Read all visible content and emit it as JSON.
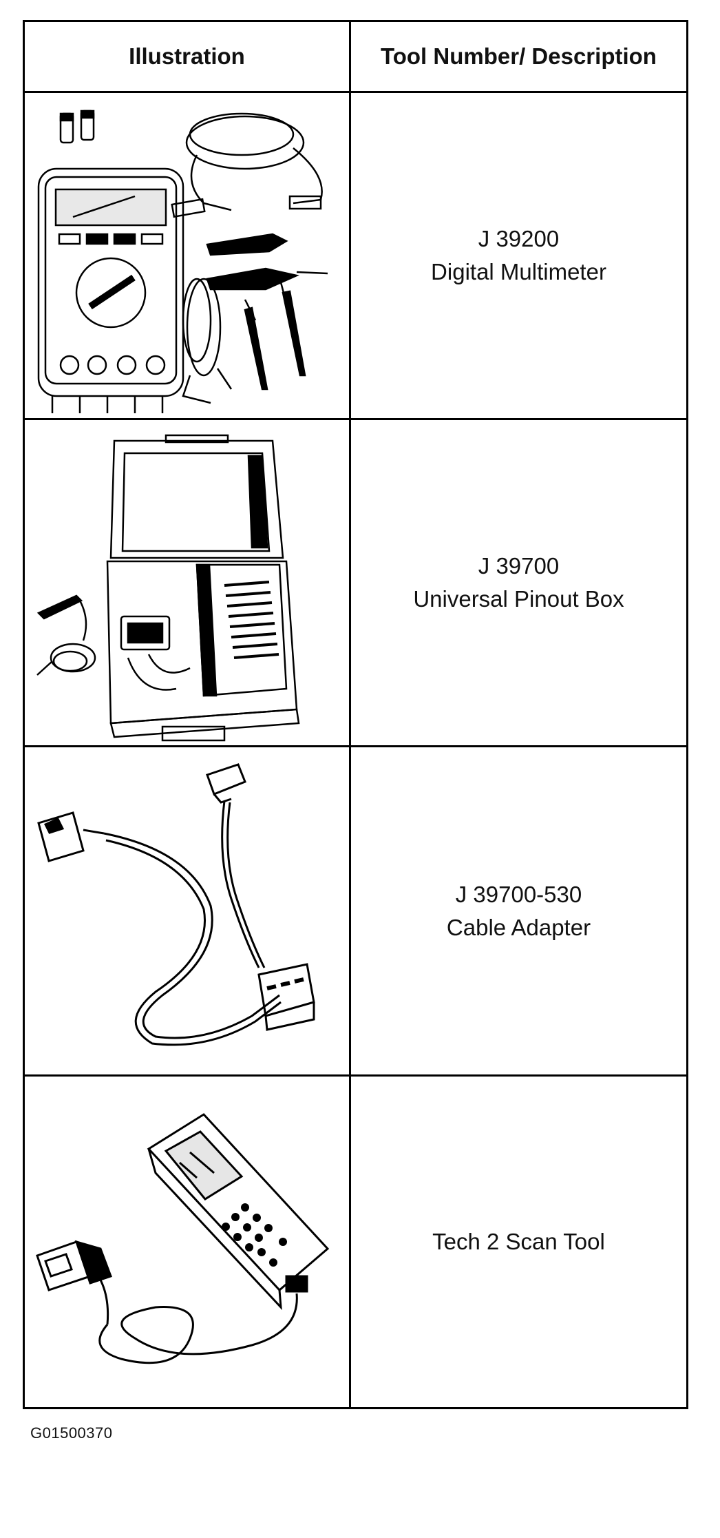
{
  "table": {
    "headers": [
      "Illustration",
      "Tool Number/ Description"
    ],
    "rows": [
      {
        "tool_number": "J 39200",
        "description": "Digital Multimeter",
        "illustration": "multimeter-icon"
      },
      {
        "tool_number": "J 39700",
        "description": "Universal Pinout Box",
        "illustration": "pinout-box-icon"
      },
      {
        "tool_number": "J 39700-530",
        "description": "Cable Adapter",
        "illustration": "cable-adapter-icon"
      },
      {
        "tool_number": "",
        "description": "Tech 2 Scan Tool",
        "illustration": "scan-tool-icon"
      }
    ]
  },
  "footer": {
    "figure_code": "G01500370"
  }
}
